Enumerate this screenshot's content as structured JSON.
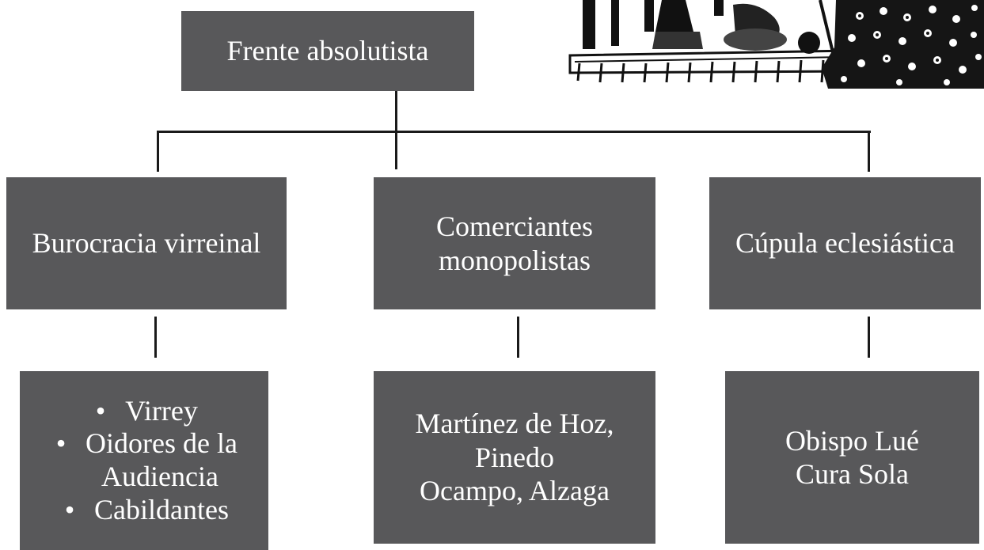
{
  "root": {
    "label": "Frente absolutista"
  },
  "branches": [
    {
      "header": [
        "Burocracia virreinal"
      ],
      "members": [
        "Virrey",
        "Oidores de la",
        "Audiencia",
        "Cabildantes"
      ],
      "member_bullets": [
        true,
        true,
        false,
        true
      ]
    },
    {
      "header": [
        "Comerciantes",
        "monopolistas"
      ],
      "members": [
        "Martínez de Hoz,",
        "Pinedo",
        "Ocampo, Alzaga"
      ]
    },
    {
      "header": [
        "Cúpula eclesiástica"
      ],
      "members": [
        "Obispo Lué",
        "Cura Sola"
      ]
    }
  ],
  "bullet_symbol": "•",
  "colors": {
    "box_fill": "#58585a",
    "box_text": "#ffffff",
    "connector": "#1a1a1a",
    "background": "#ffffff"
  },
  "decoration": {
    "icon": "historical-engraving-icon"
  }
}
